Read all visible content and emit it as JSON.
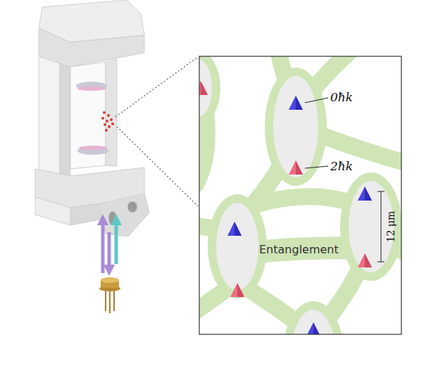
{
  "diagram": {
    "labels": [
      "0ħk",
      "2ħk",
      "Entanglement",
      "12 μm"
    ]
  }
}
